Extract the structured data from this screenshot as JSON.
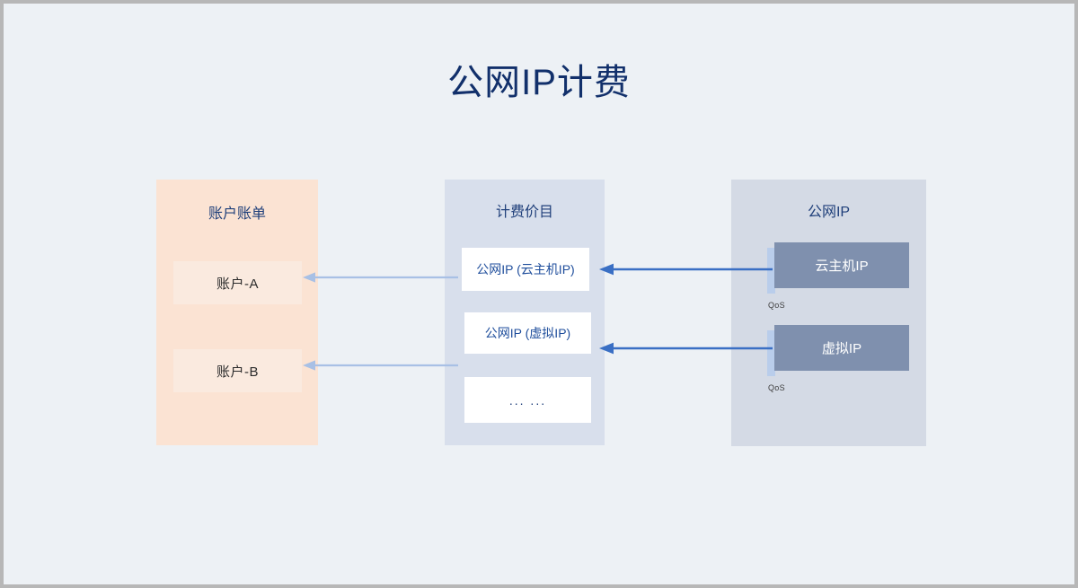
{
  "page": {
    "title": "公网IP计费",
    "background_color": "#edf1f5",
    "title_color": "#12306b"
  },
  "panels": {
    "account": {
      "title": "账户账单",
      "background_color": "#fbe3d3",
      "items": [
        {
          "label": "账户-A"
        },
        {
          "label": "账户-B"
        }
      ]
    },
    "pricing": {
      "title": "计费价目",
      "background_color": "#d8dfec",
      "items": [
        {
          "label": "公网IP (云主机IP)"
        },
        {
          "label": "公网IP (虚拟IP)"
        },
        {
          "label": "... ..."
        }
      ]
    },
    "publicip": {
      "title": "公网IP",
      "background_color": "#d4dae5",
      "node_color": "#7f90ae",
      "qos_tab_color": "#b9cdeb",
      "items": [
        {
          "label": "云主机IP",
          "qos_label": "QoS"
        },
        {
          "label": "虚拟IP",
          "qos_label": "QoS"
        }
      ]
    }
  },
  "connectors": {
    "pricing_to_account": {
      "color": "#a8c0e5",
      "direction": "left",
      "items": [
        {
          "from": "公网IP (云主机IP)",
          "to": "账户-A"
        },
        {
          "from": "公网IP (虚拟IP)",
          "to": "账户-B"
        }
      ]
    },
    "publicip_to_pricing": {
      "color": "#3a6fc4",
      "direction": "left",
      "items": [
        {
          "from": "云主机IP",
          "to": "公网IP (云主机IP)"
        },
        {
          "from": "虚拟IP",
          "to": "公网IP (虚拟IP)"
        }
      ]
    }
  }
}
